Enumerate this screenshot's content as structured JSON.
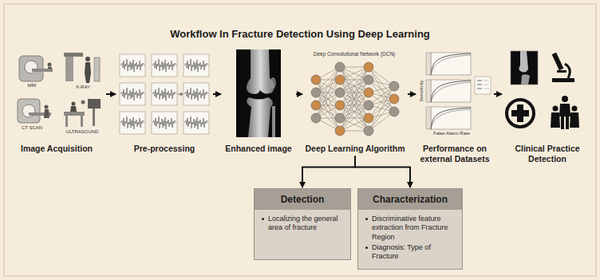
{
  "diagram": {
    "title": "Workflow In Fracture Detection Using Deep Learning",
    "nodes": [
      {
        "text": [
          "Image Acquisition"
        ]
      },
      {
        "text": [
          "Pre-processing"
        ]
      },
      {
        "text": [
          "Enhanced image"
        ]
      },
      {
        "text": [
          "Deep Learning Algorithm"
        ]
      },
      {
        "text": [
          "Performance on external Datasets"
        ]
      },
      {
        "text": [
          "Clinical Practice Detection"
        ]
      },
      {
        "text": [
          "Detection",
          "Localizing the general area of fracture"
        ]
      },
      {
        "text": [
          "Characterization",
          "Discriminative feature extraction from Fracture Region",
          "Diagnosis: Type of Fracture"
        ]
      }
    ],
    "edges": [
      {
        "from": 0,
        "to": 1,
        "arrow": "to"
      },
      {
        "from": 1,
        "to": 2,
        "arrow": "to"
      },
      {
        "from": 2,
        "to": 3,
        "arrow": "to"
      },
      {
        "from": 3,
        "to": 4,
        "arrow": "to"
      },
      {
        "from": 4,
        "to": 5,
        "arrow": "to"
      },
      {
        "from": 3,
        "to": 6,
        "arrow": "to"
      },
      {
        "from": 3,
        "to": 7,
        "arrow": "to"
      }
    ],
    "labels": [
      "MRI",
      "X-RAY",
      "CT SCAN",
      "ULTRASOUND",
      "Deep Convolutional Network (DCN)",
      "Sensitivity",
      "False Alarm Rate"
    ]
  }
}
